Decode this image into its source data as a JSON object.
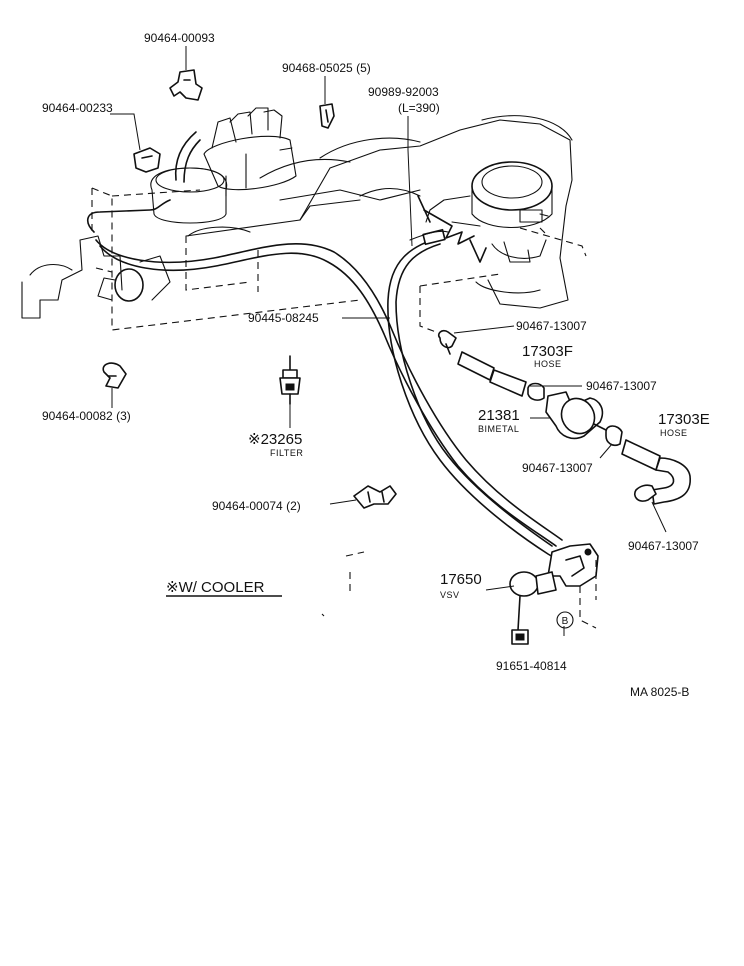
{
  "labels": {
    "p_00093": "90464-00093",
    "p_05025": "90468-05025 (5)",
    "p_92003": "90989-92003",
    "p_92003_len": "(L=390)",
    "p_00233": "90464-00233",
    "p_08245": "90445-08245",
    "p_13007_a": "90467-13007",
    "p_17303F": "17303F",
    "p_17303F_sub": "HOSE",
    "p_13007_b": "90467-13007",
    "p_21381": "21381",
    "p_21381_sub": "BIMETAL",
    "p_17303E": "17303E",
    "p_17303E_sub": "HOSE",
    "p_13007_c": "90467-13007",
    "p_13007_d": "90467-13007",
    "p_00082": "90464-00082 (3)",
    "p_23265": "※23265",
    "p_23265_sub": "FILTER",
    "p_00074": "90464-00074 (2)",
    "cooler_note": "※W/ COOLER",
    "p_17650": "17650",
    "p_17650_sub": "VSV",
    "ref_b": "B",
    "p_40814": "91651-40814",
    "drawing_id": "MA  8025-B"
  }
}
